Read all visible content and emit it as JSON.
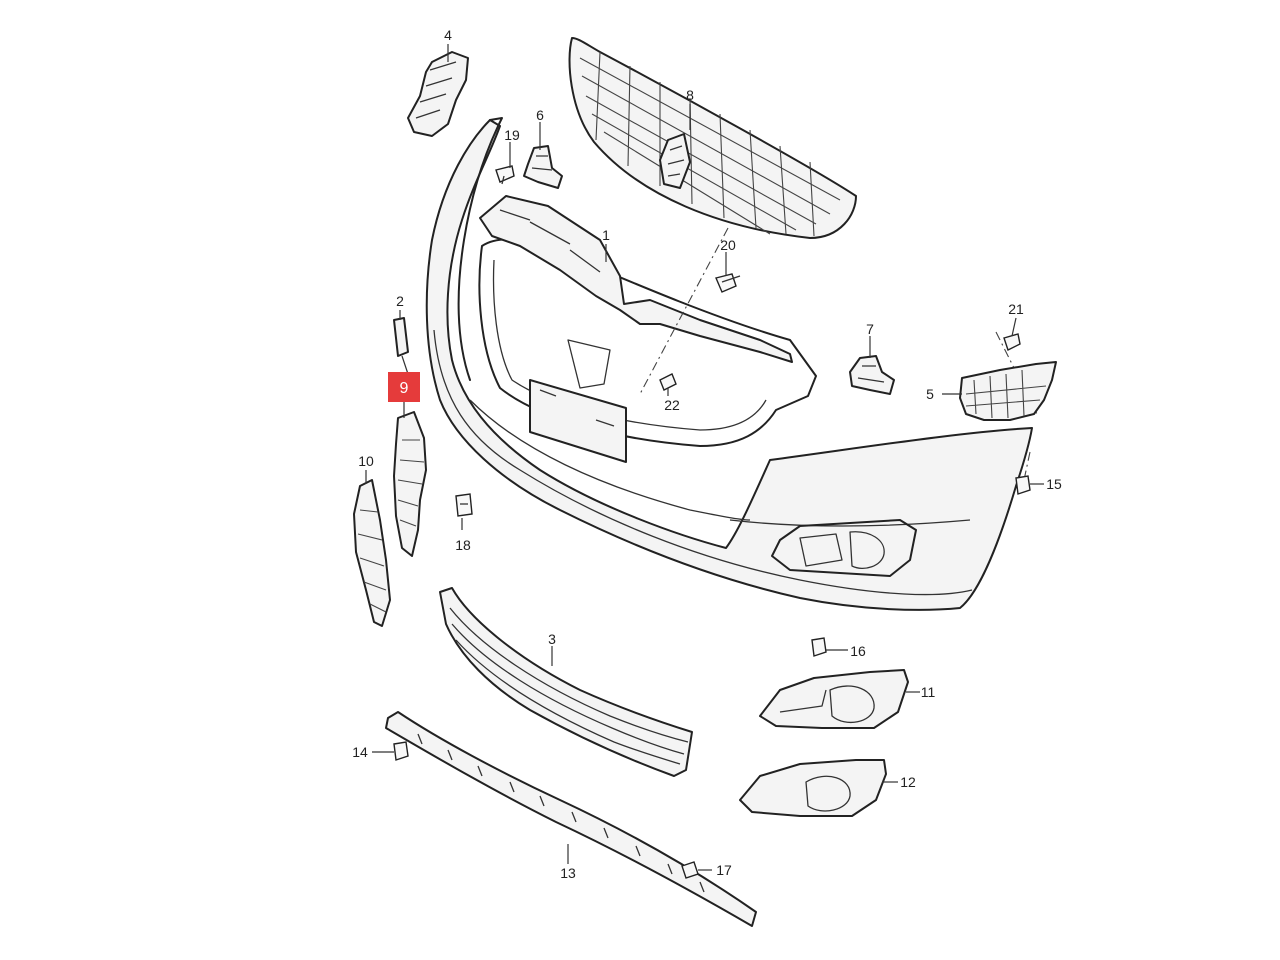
{
  "diagram": {
    "highlight_color": "#e53b3b",
    "callouts": {
      "c1": "1",
      "c2": "2",
      "c3": "3",
      "c4": "4",
      "c5": "5",
      "c6": "6",
      "c7": "7",
      "c8": "8",
      "c9": "9",
      "c10": "10",
      "c11": "11",
      "c12": "12",
      "c13": "13",
      "c14": "14",
      "c15": "15",
      "c16": "16",
      "c17": "17",
      "c18": "18",
      "c19": "19",
      "c20": "20",
      "c21": "21",
      "c22": "22"
    }
  }
}
